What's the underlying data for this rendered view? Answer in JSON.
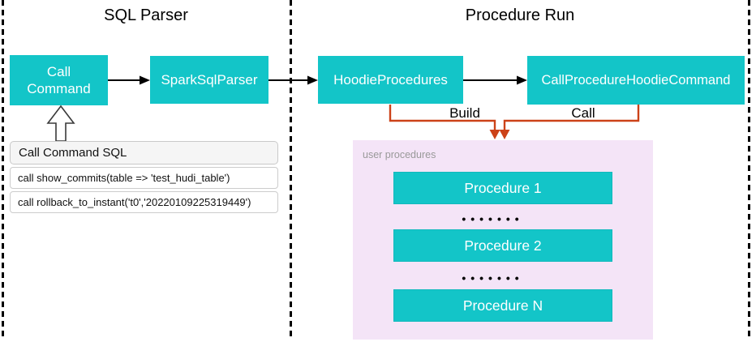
{
  "sections": {
    "left": {
      "title": "SQL Parser"
    },
    "right": {
      "title": "Procedure Run"
    }
  },
  "nodes": {
    "call_command": {
      "line1": "Call",
      "line2": "Command"
    },
    "spark_sql_parser": "SparkSqlParser",
    "hoodie_procedures": "HoodieProcedures",
    "call_procedure_hoodie_command": "CallProcedureHoodieCommand"
  },
  "edges": {
    "build_label": "Build",
    "call_label": "Call"
  },
  "sql_panel": {
    "header": "Call Command SQL",
    "rows": [
      "call show_commits(table => 'test_hudi_table')",
      "call rollback_to_instant('t0','20220109225319449')"
    ]
  },
  "procedures_panel": {
    "label": "user procedures",
    "items": [
      "Procedure 1",
      "Procedure 2",
      "Procedure N"
    ],
    "dots": "•••••••"
  },
  "colors": {
    "teal": "#13C5C8",
    "orange": "#CC4218",
    "pink": "#F4E4F7",
    "gray_label": "#999999",
    "black": "#000000"
  }
}
